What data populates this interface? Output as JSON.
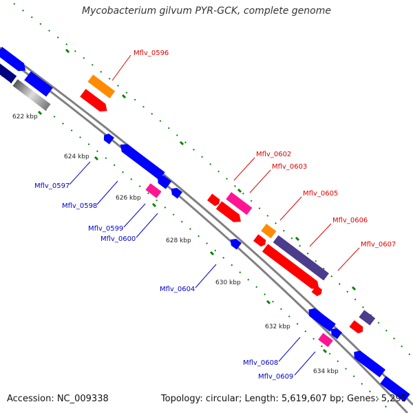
{
  "title": "Mycobacterium gilvum PYR-GCK, complete genome",
  "footer": {
    "accession": "Accession: NC_009338",
    "summary": "Topology: circular; Length: 5,619,607 bp; Genes: 5,295"
  },
  "ticks": [
    "622 kbp",
    "624 kbp",
    "626 kbp",
    "628 kbp",
    "630 kbp",
    "632 kbp",
    "634 kbp"
  ],
  "labels_plus": [
    "Mflv_0596",
    "Mflv_0602",
    "Mflv_0603",
    "Mflv_0605",
    "Mflv_0606",
    "Mflv_0607"
  ],
  "labels_minus": [
    "Mflv_0597",
    "Mflv_0598",
    "Mflv_0599",
    "Mflv_0600",
    "Mflv_0604",
    "Mflv_0608",
    "Mflv_0609"
  ],
  "colors": {
    "backbone": "#808080",
    "cds_blue": "#0000ff",
    "cds_navy": "#000080",
    "cds_red": "#ff0000",
    "cds_orange": "#ff8c00",
    "cds_magenta": "#ff1493",
    "cds_slate": "#4b3c8c",
    "tick_green": "#008000",
    "label_red": "#dd0000",
    "label_blue": "#0000cc"
  }
}
